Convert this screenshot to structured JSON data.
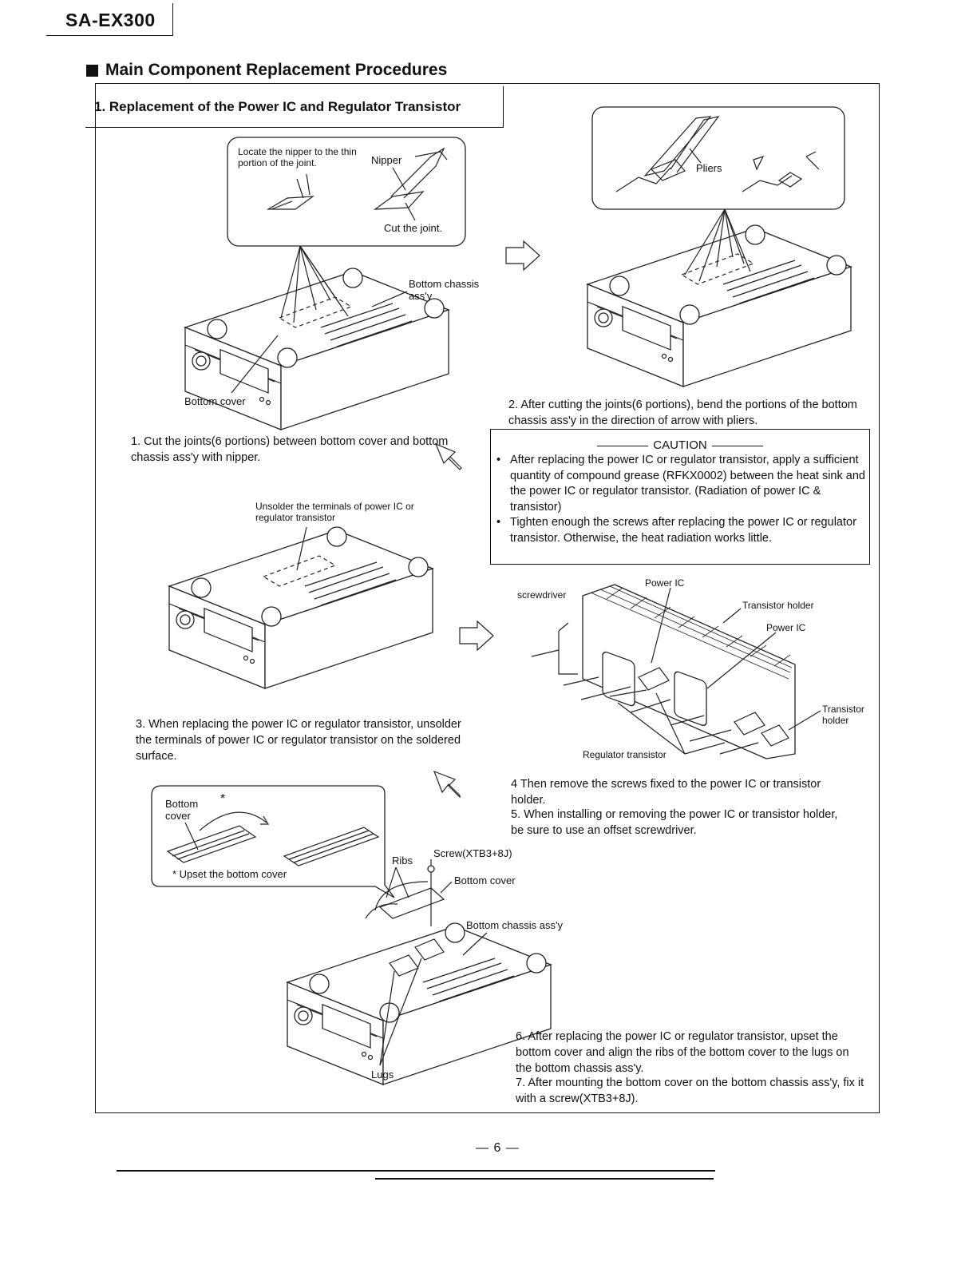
{
  "header": {
    "model": "SA-EX300"
  },
  "title": "Main Component Replacement Procedures",
  "section": {
    "title": "1. Replacement of the Power IC and Regulator Transistor"
  },
  "labels": {
    "nipper_note": "Locate the nipper to the thin portion of the joint.",
    "nipper": "Nipper",
    "cut_joint": "Cut the joint.",
    "pliers": "Pliers",
    "bottom_chassis_1": "Bottom chassis ass'y",
    "bottom_cover_1": "Bottom cover",
    "unsolder_note": "Unsolder the terminals of power IC or regulator transistor",
    "screwdriver": "screwdriver",
    "power_ic_top": "Power IC",
    "transistor_holder_top": "Transistor holder",
    "power_ic_right": "Power IC",
    "transistor_holder_right": "Transistor holder",
    "regulator_transistor": "Regulator transistor",
    "bottom_cover_inset": "Bottom cover",
    "asterisk": "*",
    "upset_note": "* Upset the bottom cover",
    "ribs": "Ribs",
    "screw": "Screw(XTB3+8J)",
    "bottom_cover_2": "Bottom cover",
    "bottom_chassis_2": "Bottom chassis ass'y",
    "lugs": "Lugs"
  },
  "steps": {
    "s1": "1. Cut the joints(6 portions) between bottom cover and bottom chassis ass'y with nipper.",
    "s2": "2. After cutting the joints(6 portions), bend the portions of the bottom chassis ass'y in the direction of arrow with pliers.",
    "s3": "3. When replacing the power IC or regulator transistor, unsolder the terminals of power IC or regulator transistor on the soldered surface.",
    "s4": "4 Then remove the screws fixed to the power IC or transistor holder.",
    "s5": "5. When installing or removing the power IC or transistor holder, be sure to use an offset screwdriver.",
    "s6": "6. After replacing the power IC or regulator transistor, upset the bottom cover and align the ribs of the bottom cover to the lugs on the bottom chassis ass'y.",
    "s7": "7. After mounting the bottom cover on the bottom chassis ass'y, fix it with a screw(XTB3+8J)."
  },
  "caution": {
    "title": "CAUTION",
    "bullet": "•",
    "items": [
      "After replacing the power IC or regulator transistor, apply a sufficient quantity of compound grease (RFKX0002) between the heat sink and the power IC or regulator transistor. (Radiation of power IC & transistor)",
      "Tighten enough the screws after replacing the power IC or regulator transistor. Otherwise, the heat radiation works little."
    ]
  },
  "footer": {
    "page": "— 6 —"
  }
}
